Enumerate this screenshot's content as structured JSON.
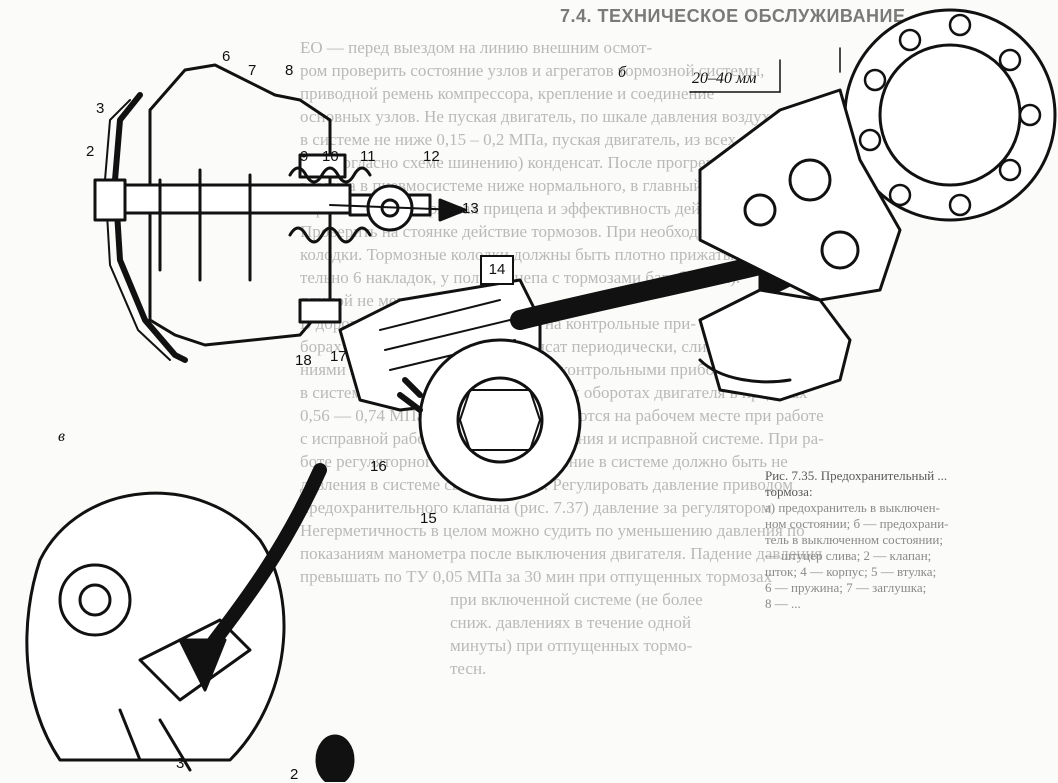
{
  "heading": "7.4. ТЕХНИЧЕСКОЕ ОБСЛУЖИВАНИЕ",
  "background_lines": [
    "ЕО — перед выездом на линию внешним осмот-",
    "ром проверить состояние узлов и агрегатов тормозной системы,",
    "приводной ремень компрессора, крепление и соединение",
    "основных узлов. Не пуская двигатель, по шкале давления воздухо-",
    "в системе не ниже 0,15 – 0,2 МПа, пуская двигатель, из всех ресиве-",
    "ров (согласно схеме шинению) конденсат. После прогрева двигателя",
    "воздуха в пневмосистеме ниже нормального, в главный тормоз.",
    "торможения на тормозах прицепа и эффективность действия тормозов.",
    "Проверить на стоянке действие тормозов. При необходимости иметь",
    "колодки. Тормозные колодки должны быть плотно прижаты отрезками (ве-",
    "тельно 6 накладок, у полуприцепа с тормозами барабанами).",
    "длиной не менее 12 мм.",
    "В дороге следить за показаниями на контрольные при-",
    "борах (см. п. 7.1). Сливать конденсат периодически, сливать за показа-",
    "ниями манометра. В автомобилях с контрольными приборами давление",
    "в системе пневмопривода при рабочих оборотах двигателя в пределах",
    "0,56 — 0,74 МПа. Нормы поддерживаются на рабочем месте при работе",
    "с исправной работой регулятора давления и исправной системе. При ра-",
    "боте регуляторного устройства давление в системе должно быть не",
    "давления в системе свыше 1 МПа. Регулировать давление приводом",
    "предохранительного клапана (рис. 7.37) давление за регулятором",
    "Негерметичность в целом можно судить по уменьшению давления по",
    "показаниям манометра после выключения двигателя. Падение давления",
    "превышать по ТУ 0,05 МПа за 30 мин при отпущенных тормозах",
    "при включенной системе (не более",
    "сниж. давлениях в течение одной",
    "минуты) при отпущенных тормо-",
    "тесн."
  ],
  "side_caption": {
    "title": "Рис. 7.35. Предохранительный ...",
    "title2": "тормоза:",
    "lines": [
      "а) предохранитель в выключен-",
      "ном состоянии; б — предохрани-",
      "тель в выключенном состоянии;",
      "— штуцер слива; 2 — клапан;",
      "шток; 4 — корпус; 5 — втулка;",
      "6 — пружина; 7 — заглушка;",
      "8 — ..."
    ]
  },
  "figure": {
    "callouts": [
      "б",
      "в"
    ],
    "dimension": "20–40 мм",
    "part_numbers": [
      "2",
      "3",
      "6",
      "7",
      "8",
      "9",
      "10",
      "11",
      "12",
      "13",
      "14",
      "15",
      "16",
      "17",
      "18",
      "3",
      "2"
    ]
  }
}
